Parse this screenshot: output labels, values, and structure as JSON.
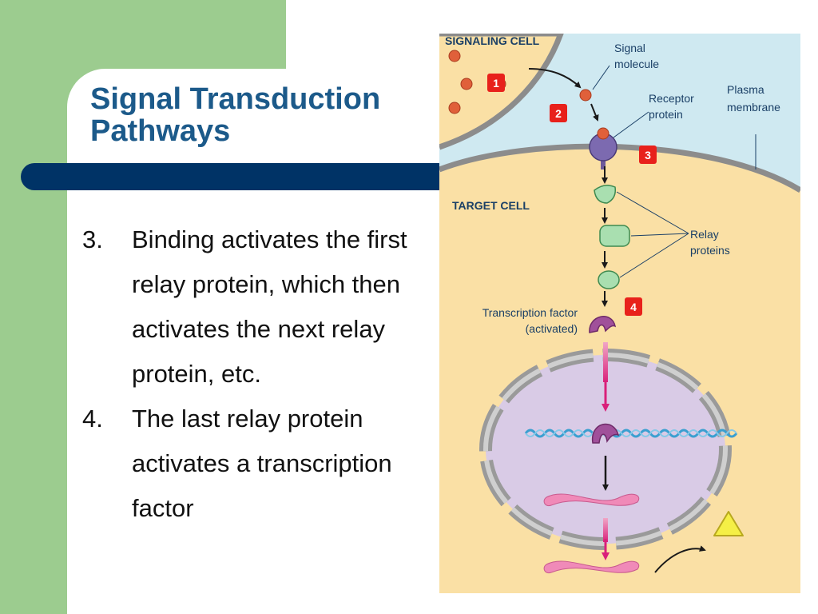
{
  "slide": {
    "title_line1": "Signal Transduction",
    "title_line2": "Pathways",
    "bullets": [
      {
        "number": "3.",
        "text": "Binding activates the first relay protein, which then activates the next relay protein, etc."
      },
      {
        "number": "4.",
        "text": "The last relay protein activates a transcription factor"
      }
    ]
  },
  "figure": {
    "signaling_cell": "SIGNALING CELL",
    "signal_molecule_line1": "Signal",
    "signal_molecule_line2": "molecule",
    "receptor_line1": "Receptor",
    "receptor_line2": "protein",
    "plasma_line1": "Plasma",
    "plasma_line2": "membrane",
    "target_cell": "TARGET CELL",
    "relay_line1": "Relay",
    "relay_line2": "proteins",
    "tf_line1": "Transcription factor",
    "tf_line2": "(activated)",
    "steps": [
      "1",
      "2",
      "3",
      "4"
    ]
  },
  "colors": {
    "slide_green": "#9ccc8f",
    "title_blue": "#1c5a8a",
    "bar_navy": "#003366",
    "cell_cream": "#fae0a5",
    "extracellular_blue": "#cfe9f1",
    "nucleus_lavender": "#d9cbe6",
    "step_badge_red": "#e8211b"
  }
}
